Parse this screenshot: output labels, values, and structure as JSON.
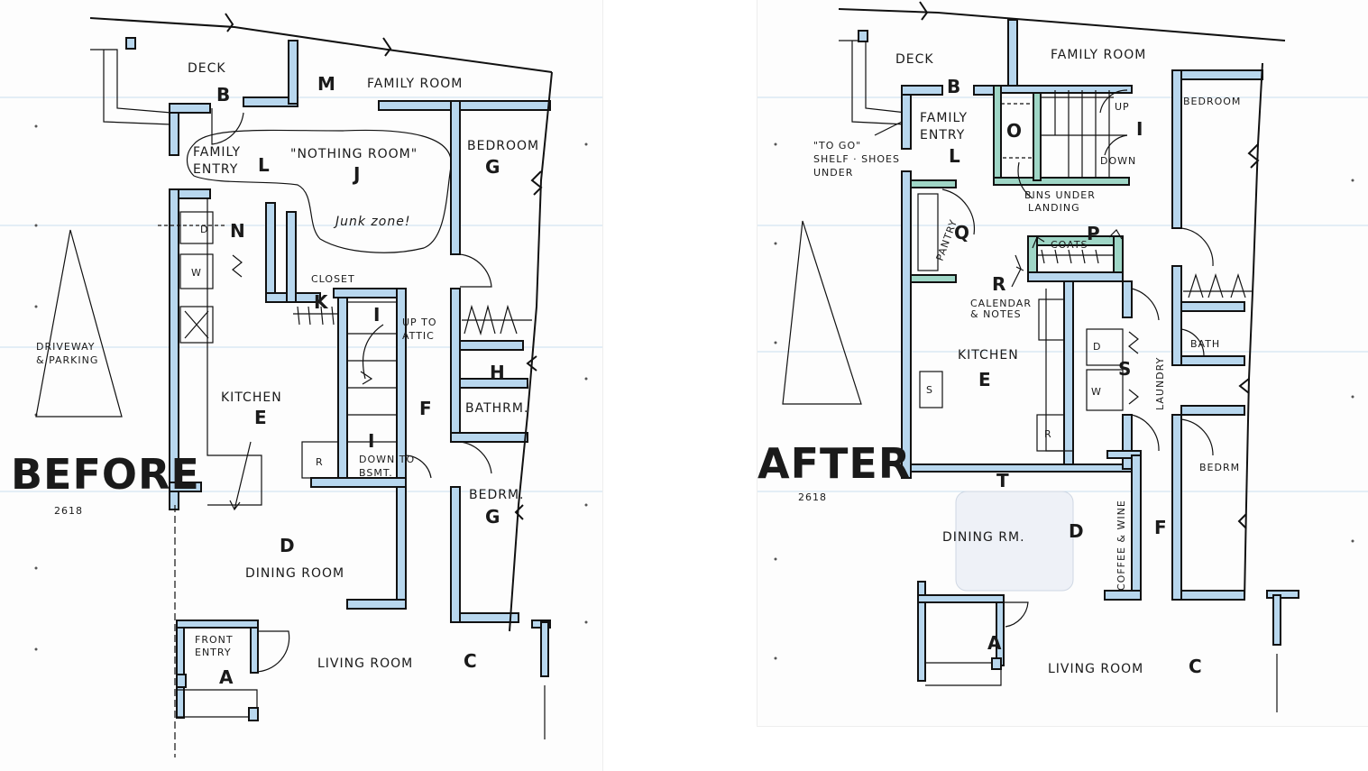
{
  "before": {
    "labels": {
      "deck": "DECK",
      "m": "M",
      "family_room": "FAMILY ROOM",
      "b": "B",
      "family_entry_1": "FAMILY",
      "family_entry_2": "ENTRY",
      "l": "L",
      "nothing_room": "\"NOTHING ROOM\"",
      "j": "J",
      "bedroom": "BEDROOM",
      "g_top": "G",
      "junk_zone": "Junk zone!",
      "d_small": "D",
      "n": "N",
      "w_small": "W",
      "closet": "CLOSET",
      "k": "K",
      "i_top": "I",
      "up_to_1": "UP TO",
      "up_to_2": "ATTIC",
      "driveway_1": "DRIVEWAY",
      "driveway_2": "& PARKING",
      "kitchen": "KITCHEN",
      "e": "E",
      "f": "F",
      "h": "H",
      "bathrm": "BATHRM.",
      "before_title": "BEFORE",
      "year": "2618",
      "r": "R",
      "i_bottom": "I",
      "down_to_1": "DOWN TO",
      "down_to_2": "BSMT.",
      "bedrm": "BEDRM.",
      "g_bottom": "G",
      "d": "D",
      "dining_room": "DINING ROOM",
      "front_entry_1": "FRONT",
      "front_entry_2": "ENTRY",
      "a": "A",
      "living_room": "LIVING ROOM",
      "c": "C"
    }
  },
  "after": {
    "labels": {
      "deck": "DECK",
      "family_room": "FAMILY ROOM",
      "b": "B",
      "bedroom": "BEDROOM",
      "family_entry_1": "FAMILY",
      "family_entry_2": "ENTRY",
      "o": "O",
      "up": "UP",
      "i": "I",
      "down": "DOWN",
      "to_go_1": "\"TO GO\"",
      "to_go_2": "SHELF · SHOES",
      "to_go_3": "UNDER",
      "l": "L",
      "bins_1": "BINS UNDER",
      "bins_2": "LANDING",
      "pantry": "PANTRY",
      "q": "Q",
      "coats": "COATS",
      "p": "P",
      "r": "R",
      "calendar_1": "CALENDAR",
      "calendar_2": "& NOTES",
      "kitchen": "KITCHEN",
      "e": "E",
      "d_small": "D",
      "s_big": "S",
      "laundry": "LAUNDRY",
      "bath": "BATH",
      "s_small": "S",
      "w_small": "W",
      "r_small": "R",
      "after_title": "AFTER",
      "year": "2618",
      "t": "T",
      "bedrm": "BEDRM",
      "dining_rm": "DINING RM.",
      "d": "D",
      "coffee_wine": "COFFEE & WINE",
      "f": "F",
      "a": "A",
      "living_room": "LIVING ROOM",
      "c": "C"
    }
  }
}
